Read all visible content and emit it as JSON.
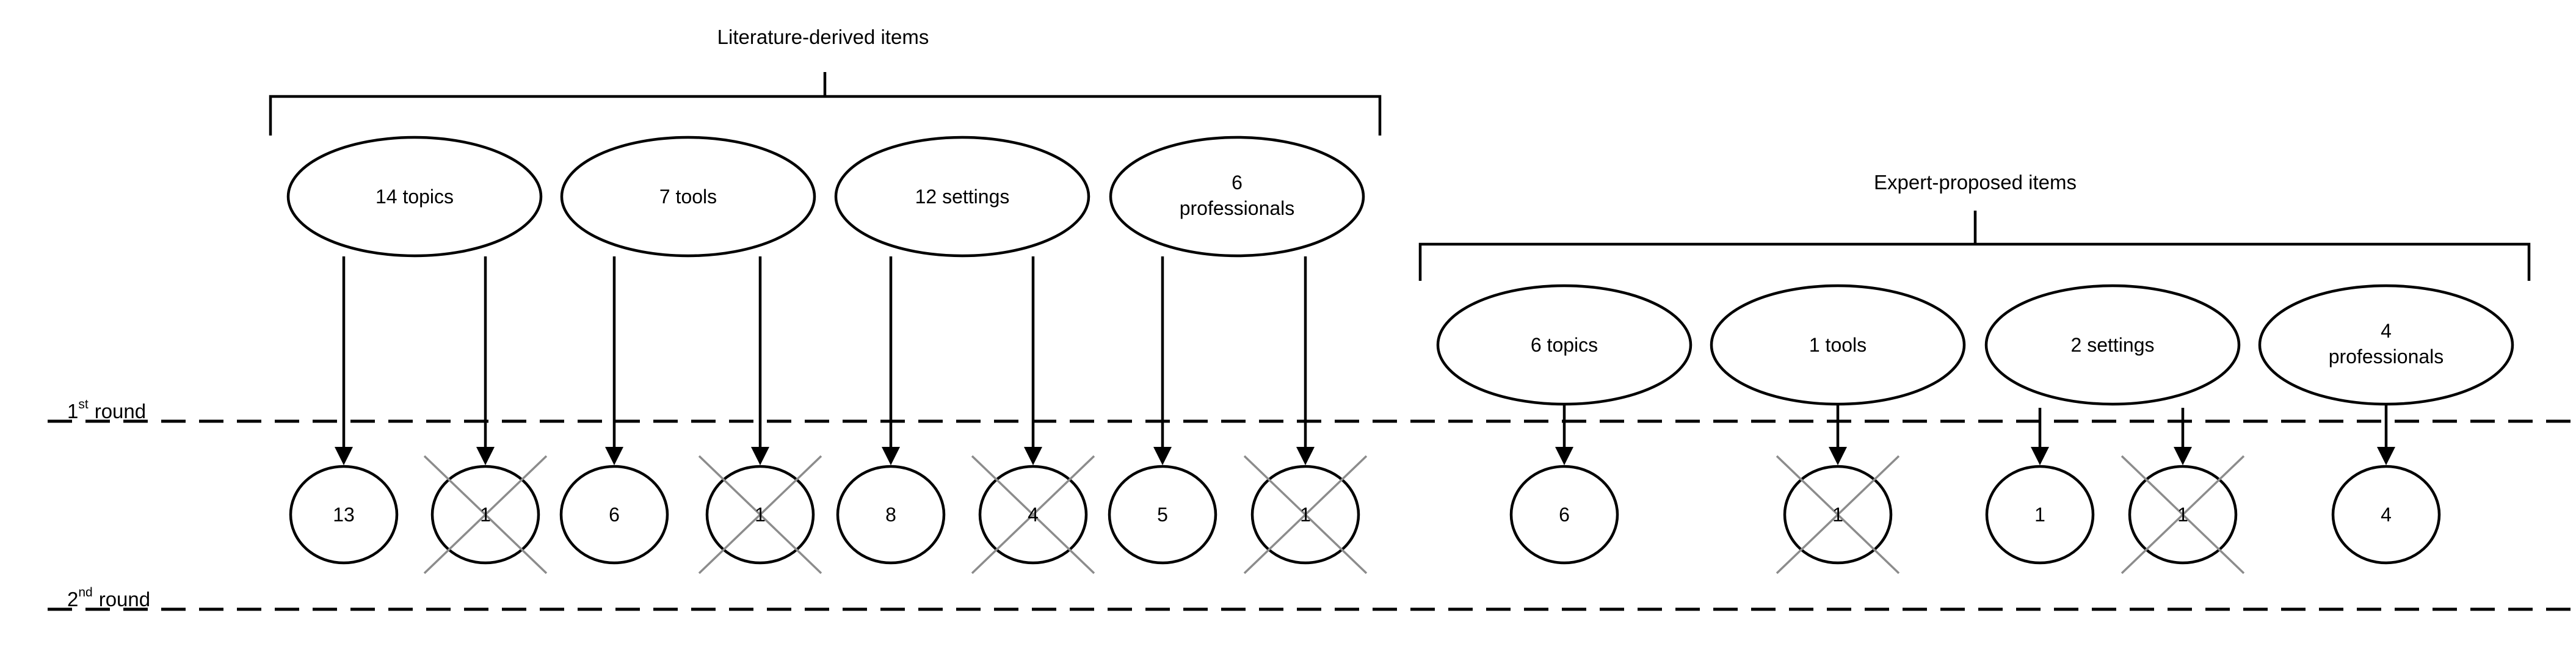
{
  "groups": {
    "literature": {
      "title": "Literature-derived items",
      "items": [
        {
          "line1": "14 topics",
          "line2": "",
          "kept": "13",
          "removed": "1"
        },
        {
          "line1": "7 tools",
          "line2": "",
          "kept": "6",
          "removed": "1"
        },
        {
          "line1": "12 settings",
          "line2": "",
          "kept": "8",
          "removed": "4"
        },
        {
          "line1": "6",
          "line2": "professionals",
          "kept": "5",
          "removed": "1"
        }
      ]
    },
    "expert": {
      "title": "Expert-proposed items",
      "items": [
        {
          "line1": "6 topics",
          "line2": "",
          "kept": "6",
          "removed": ""
        },
        {
          "line1": "1 tools",
          "line2": "",
          "kept": "",
          "removed": "1"
        },
        {
          "line1": "2 settings",
          "line2": "",
          "kept": "1",
          "removed": "1"
        },
        {
          "line1": "4",
          "line2": "professionals",
          "kept": "4",
          "removed": ""
        }
      ]
    }
  },
  "rounds": {
    "first": {
      "number": "1",
      "suffix": "st",
      "word": "round"
    },
    "second": {
      "number": "2",
      "suffix": "nd",
      "word": "round"
    }
  }
}
